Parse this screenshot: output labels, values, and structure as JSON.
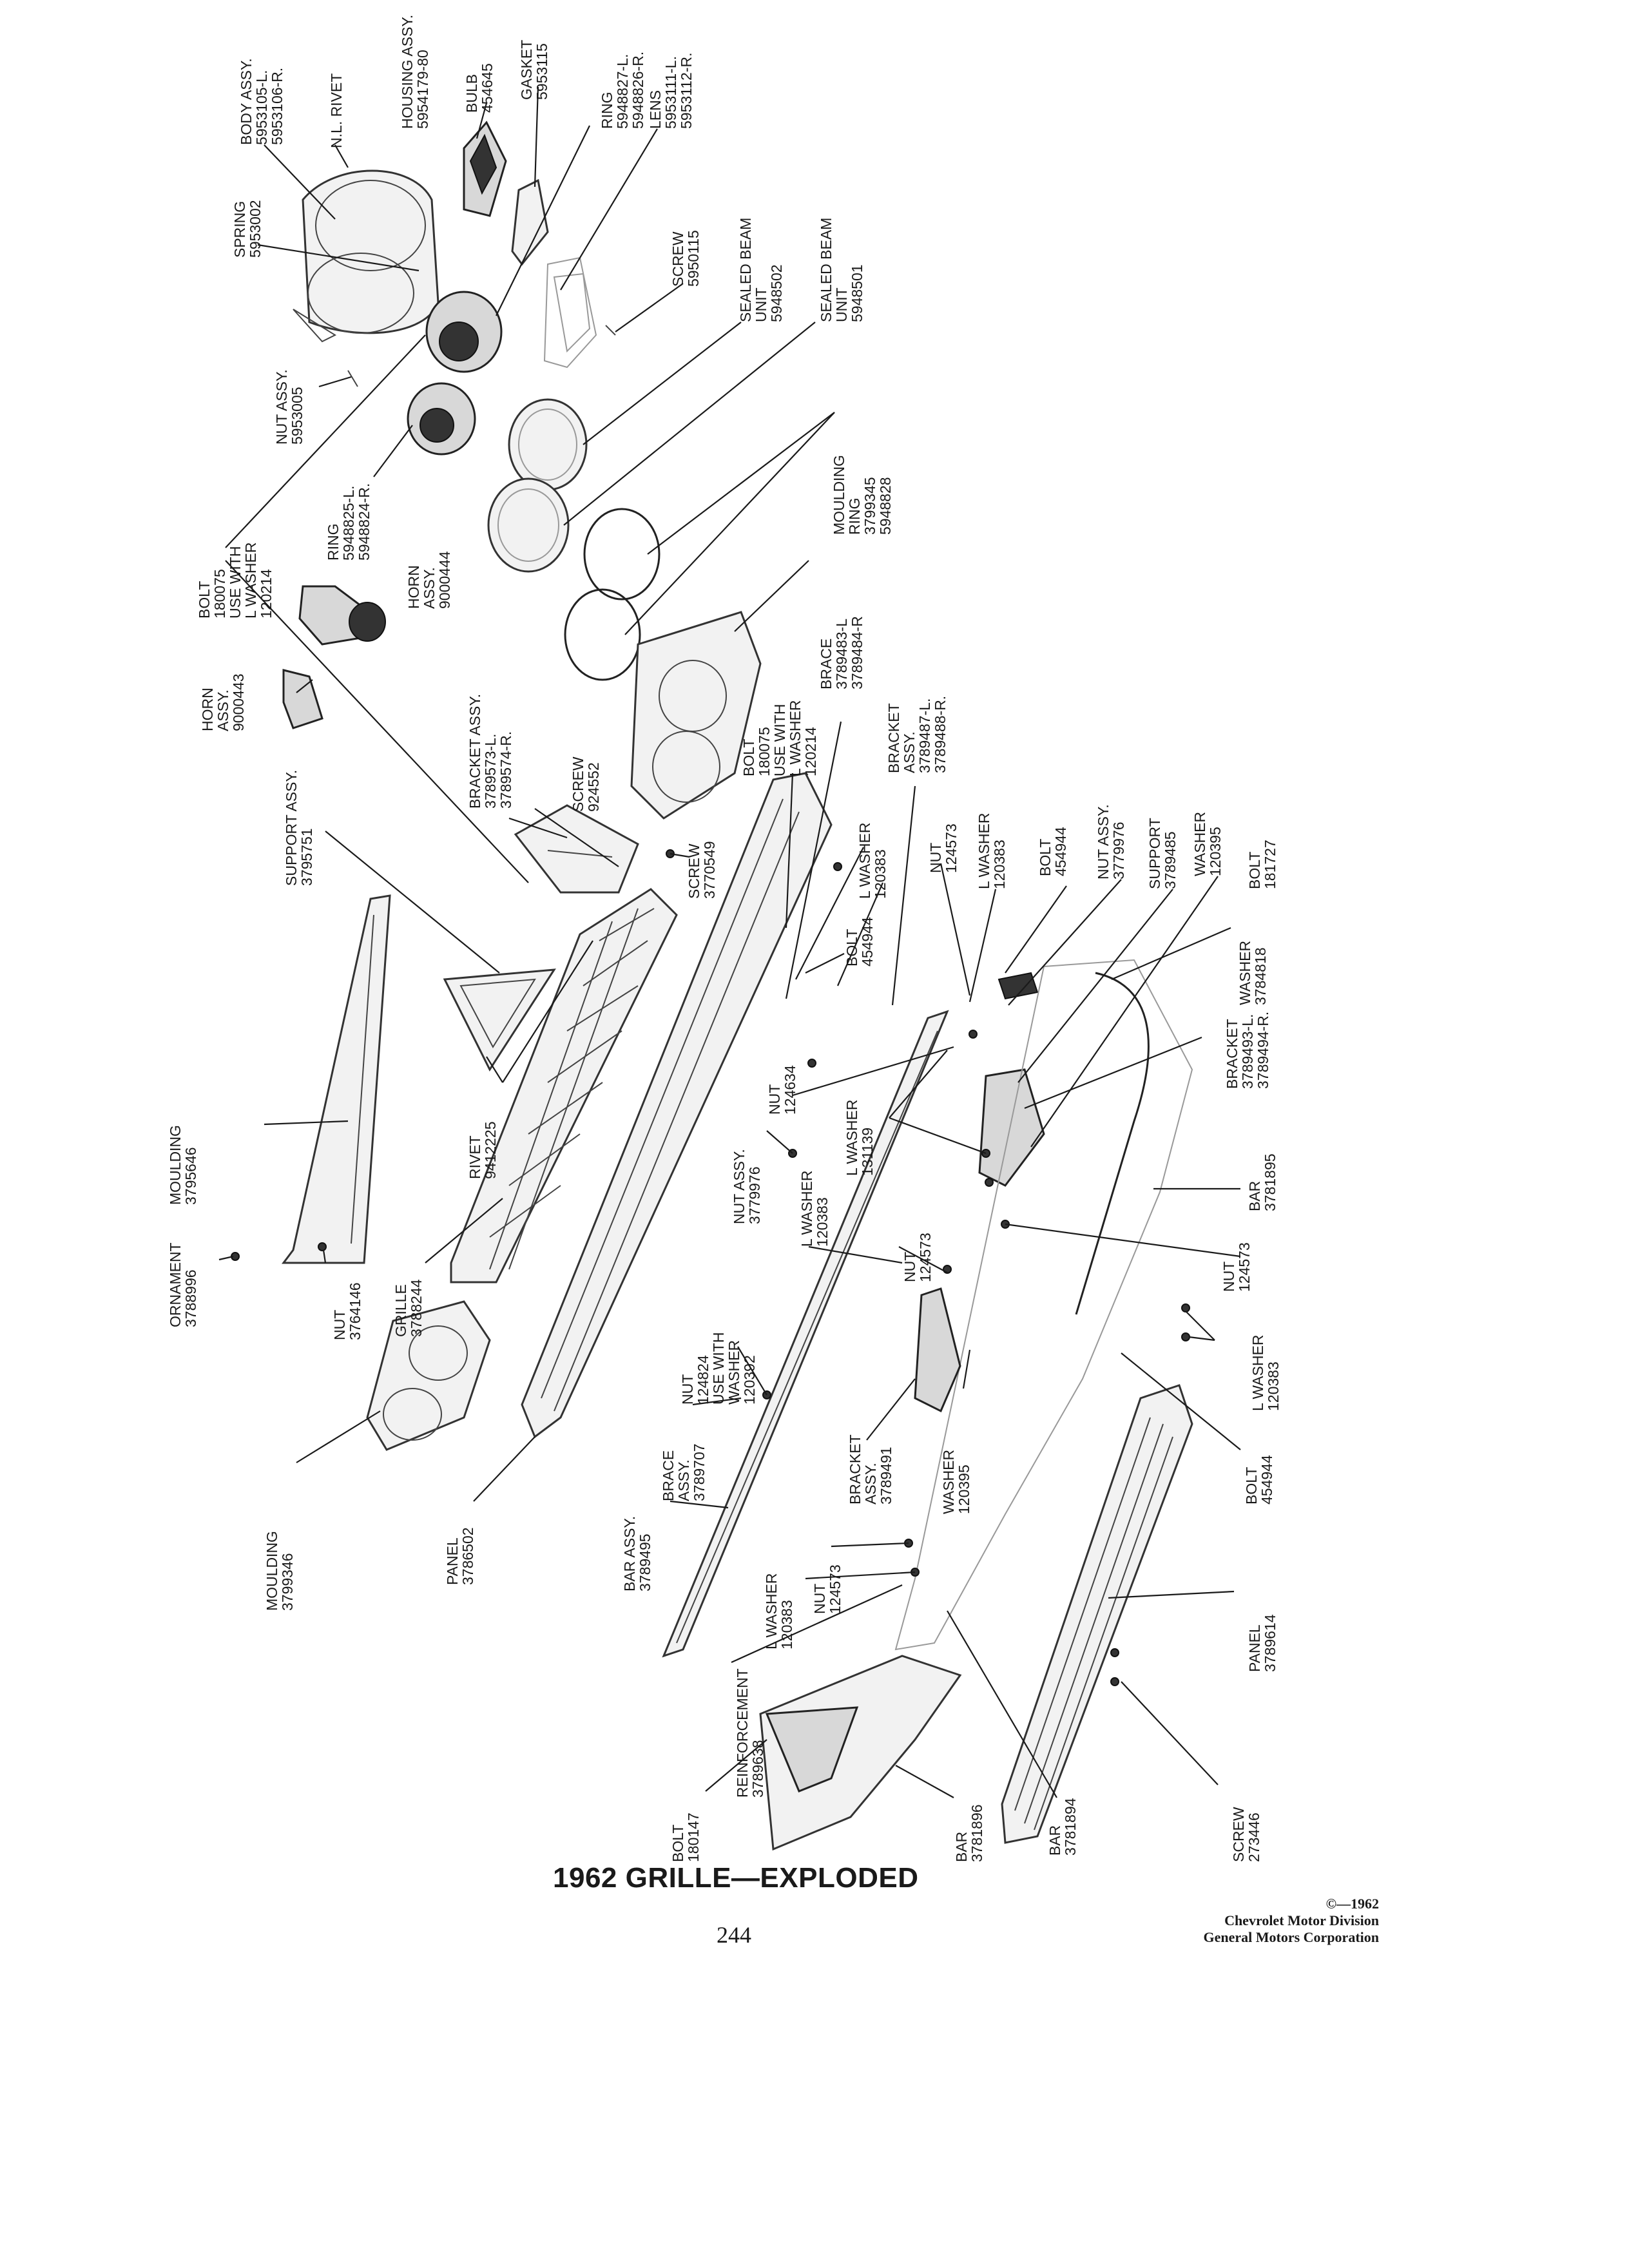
{
  "title": "1962 GRILLE—EXPLODED",
  "page_number": "244",
  "copyright": {
    "line1": "©—1962",
    "line2": "Chevrolet Motor Division",
    "line3": "General Motors Corporation"
  },
  "callouts": [
    {
      "id": "body-assy",
      "lines": [
        "BODY ASSY.",
        "5953105-L.",
        "5953106-R."
      ]
    },
    {
      "id": "nl-rivet",
      "lines": [
        "N.L. RIVET"
      ]
    },
    {
      "id": "housing-assy",
      "lines": [
        "HOUSING ASSY.",
        "5954179-80"
      ]
    },
    {
      "id": "bulb",
      "lines": [
        "BULB",
        "454645"
      ]
    },
    {
      "id": "gasket",
      "lines": [
        "GASKET",
        "5953115"
      ]
    },
    {
      "id": "ring-upper",
      "lines": [
        "RING",
        "5948827-L.",
        "5948826-R."
      ]
    },
    {
      "id": "lens",
      "lines": [
        "LENS",
        "5953111-L.",
        "5953112-R."
      ]
    },
    {
      "id": "spring",
      "lines": [
        "SPRING",
        "5953002"
      ]
    },
    {
      "id": "screw-5950115",
      "lines": [
        "SCREW",
        "5950115"
      ]
    },
    {
      "id": "sealed-beam-5948502",
      "lines": [
        "SEALED BEAM",
        "UNIT",
        "5948502"
      ]
    },
    {
      "id": "sealed-beam-5948501",
      "lines": [
        "SEALED BEAM",
        "UNIT",
        "5948501"
      ]
    },
    {
      "id": "nut-assy-5953005",
      "lines": [
        "NUT ASSY.",
        "5953005"
      ]
    },
    {
      "id": "ring-5948825",
      "lines": [
        "RING",
        "5948825-L.",
        "5948824-R."
      ]
    },
    {
      "id": "bolt-180075-a",
      "lines": [
        "BOLT",
        "180075",
        "USE WITH",
        "L WASHER",
        "120214"
      ]
    },
    {
      "id": "horn-9000444",
      "lines": [
        "HORN",
        "ASSY.",
        "9000444"
      ]
    },
    {
      "id": "moulding-ring",
      "lines": [
        "MOULDING",
        "RING",
        "3799345",
        "5948828"
      ]
    },
    {
      "id": "horn-9000443",
      "lines": [
        "HORN",
        "ASSY.",
        "9000443"
      ]
    },
    {
      "id": "brace-3789483",
      "lines": [
        "BRACE",
        "3789483-L",
        "3789484-R"
      ]
    },
    {
      "id": "bracket-3789487",
      "lines": [
        "BRACKET",
        "ASSY.",
        "3789487-L.",
        "3789488-R."
      ]
    },
    {
      "id": "bracket-3789573",
      "lines": [
        "BRACKET ASSY.",
        "3789573-L.",
        "3789574-R."
      ]
    },
    {
      "id": "screw-924552",
      "lines": [
        "SCREW",
        "924552"
      ]
    },
    {
      "id": "bolt-180075-b",
      "lines": [
        "BOLT",
        "180075",
        "USE WITH",
        "L WASHER",
        "120214"
      ]
    },
    {
      "id": "support-3795751",
      "lines": [
        "SUPPORT ASSY.",
        "3795751"
      ]
    },
    {
      "id": "screw-3770549",
      "lines": [
        "SCREW",
        "3770549"
      ]
    },
    {
      "id": "l-washer-120383-a",
      "lines": [
        "L WASHER",
        "120383"
      ]
    },
    {
      "id": "nut-124573-a",
      "lines": [
        "NUT",
        "124573"
      ]
    },
    {
      "id": "l-washer-120383-b",
      "lines": [
        "L WASHER",
        "120383"
      ]
    },
    {
      "id": "bolt-454944-a",
      "lines": [
        "BOLT",
        "454944"
      ]
    },
    {
      "id": "nut-assy-3779976-a",
      "lines": [
        "NUT ASSY.",
        "3779976"
      ]
    },
    {
      "id": "support-3789485",
      "lines": [
        "SUPPORT",
        "3789485"
      ]
    },
    {
      "id": "washer-120395-a",
      "lines": [
        "WASHER",
        "120395"
      ]
    },
    {
      "id": "bolt-181727",
      "lines": [
        "BOLT",
        "181727"
      ]
    },
    {
      "id": "bolt-454944-b",
      "lines": [
        "BOLT",
        "454944"
      ]
    },
    {
      "id": "washer-3784818",
      "lines": [
        "WASHER",
        "3784818"
      ]
    },
    {
      "id": "bracket-3789493",
      "lines": [
        "BRACKET",
        "3789493-L.",
        "3789494-R."
      ]
    },
    {
      "id": "moulding-3795646",
      "lines": [
        "MOULDING",
        "3795646"
      ]
    },
    {
      "id": "rivet-9412225",
      "lines": [
        "RIVET",
        "9412225"
      ]
    },
    {
      "id": "nut-124634",
      "lines": [
        "NUT",
        "124634"
      ]
    },
    {
      "id": "l-washer-131139",
      "lines": [
        "L WASHER",
        "131139"
      ]
    },
    {
      "id": "bar-3781895",
      "lines": [
        "BAR",
        "3781895"
      ]
    },
    {
      "id": "nut-assy-3779976-b",
      "lines": [
        "NUT ASSY.",
        "3779976"
      ]
    },
    {
      "id": "nut-124573-b",
      "lines": [
        "NUT",
        "124573"
      ]
    },
    {
      "id": "l-washer-120383-c",
      "lines": [
        "L WASHER",
        "120383"
      ]
    },
    {
      "id": "ornament-3788996",
      "lines": [
        "ORNAMENT",
        "3788996"
      ]
    },
    {
      "id": "nut-3764146",
      "lines": [
        "NUT",
        "3764146"
      ]
    },
    {
      "id": "grille-3788244",
      "lines": [
        "GRILLE",
        "3788244"
      ]
    },
    {
      "id": "nut-124824",
      "lines": [
        "NUT",
        "124824",
        "USE WITH",
        "WASHER",
        "120392"
      ]
    },
    {
      "id": "nut-124573-c",
      "lines": [
        "NUT",
        "124573"
      ]
    },
    {
      "id": "l-washer-120383-d",
      "lines": [
        "L WASHER",
        "120383"
      ]
    },
    {
      "id": "brace-3789707",
      "lines": [
        "BRACE",
        "ASSY.",
        "3789707"
      ]
    },
    {
      "id": "bracket-3789491",
      "lines": [
        "BRACKET",
        "ASSY.",
        "3789491"
      ]
    },
    {
      "id": "washer-120395-b",
      "lines": [
        "WASHER",
        "120395"
      ]
    },
    {
      "id": "bolt-454944-c",
      "lines": [
        "BOLT",
        "454944"
      ]
    },
    {
      "id": "moulding-3799346",
      "lines": [
        "MOULDING",
        "3799346"
      ]
    },
    {
      "id": "panel-3786502",
      "lines": [
        "PANEL",
        "3786502"
      ]
    },
    {
      "id": "bar-assy-3789495",
      "lines": [
        "BAR ASSY.",
        "3789495"
      ]
    },
    {
      "id": "nut-124573-d",
      "lines": [
        "NUT",
        "124573"
      ]
    },
    {
      "id": "l-washer-120383-e",
      "lines": [
        "L WASHER",
        "120383"
      ]
    },
    {
      "id": "panel-3789614",
      "lines": [
        "PANEL",
        "3789614"
      ]
    },
    {
      "id": "reinforcement-3789638",
      "lines": [
        "REINFORCEMENT",
        "3789638"
      ]
    },
    {
      "id": "bolt-180147",
      "lines": [
        "BOLT",
        "180147"
      ]
    },
    {
      "id": "bar-3781896",
      "lines": [
        "BAR",
        "3781896"
      ]
    },
    {
      "id": "bar-3781894",
      "lines": [
        "BAR",
        "3781894"
      ]
    },
    {
      "id": "screw-273446",
      "lines": [
        "SCREW",
        "273446"
      ]
    }
  ]
}
